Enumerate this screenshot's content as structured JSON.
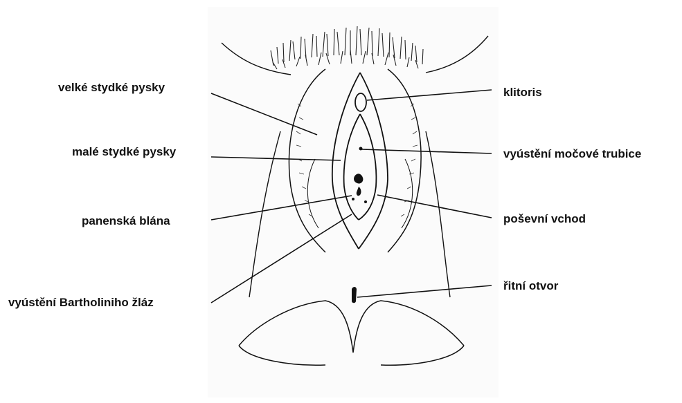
{
  "labels": {
    "labia_majora": "velké stydké pysky",
    "labia_minora": "malé stydké pysky",
    "hymen": "panenská blána",
    "bartholin": "vyústění Bartholiniho žláz",
    "clitoris": "klitoris",
    "urethra": "vyústění močové trubice",
    "vaginal_opening": "poševní vchod",
    "anus": "řitní otvor"
  },
  "colors": {
    "ink": "#111111",
    "background": "#ffffff"
  }
}
